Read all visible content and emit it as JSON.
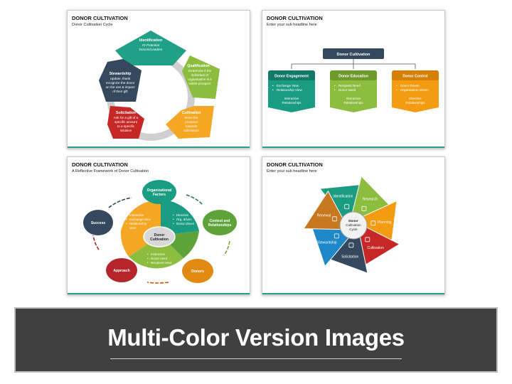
{
  "slides": [
    {
      "title": "DONOR CULTIVATION",
      "subtitle": "Donor Cultivation Cycle",
      "segments": [
        {
          "name": "Identification",
          "text": [
            "ID Potential",
            "Donors/Leaders"
          ],
          "color": "#20a087"
        },
        {
          "name": "Qualification",
          "text": [
            "Determine if the",
            "individual or",
            "organisation is a",
            "viable prospect"
          ],
          "color": "#8cbd3f"
        },
        {
          "name": "Cultivation",
          "text": [
            "Move the",
            "prospect",
            "towards",
            "solicitation"
          ],
          "color": "#f5a623"
        },
        {
          "name": "Solicitation",
          "text": [
            "Ask for a gift of a",
            "specific amount",
            "to a specific",
            "initiative"
          ],
          "color": "#c62828"
        },
        {
          "name": "Stewardship",
          "text": [
            "Update, thank",
            "recognize the donor",
            "on the use & impact",
            "of their gift"
          ],
          "color": "#34495e"
        }
      ]
    },
    {
      "title": "DONOR CULTIVATION",
      "subtitle": "Enter your sub headline here",
      "root": "Donor Cultivation",
      "columns": [
        {
          "name": "Donor Engagement",
          "bullets": [
            "Exchange View",
            "Relationship View"
          ],
          "footer": [
            "Interactive",
            "Relationships"
          ],
          "color": "#1a9c82",
          "header": "#137a66"
        },
        {
          "name": "Donor Education",
          "bullets": [
            "Recipient Need",
            "Donor Need"
          ],
          "footer": [
            "Interactive",
            "Relationships"
          ],
          "color": "#8cbd3f",
          "header": "#6e9a2c"
        },
        {
          "name": "Donor Control",
          "bullets": [
            "Donor Driven",
            "Organization Driven"
          ],
          "footer": [
            "Directive",
            "Relationships"
          ],
          "color": "#f39c12",
          "header": "#d67f05"
        }
      ]
    },
    {
      "title": "DONOR CULTIVATION",
      "subtitle": "A Reflective Framework of Donor Cultivation",
      "center": [
        "Donor",
        "Cultivation"
      ],
      "nodes": [
        {
          "name": [
            "Organizational",
            "Factors"
          ],
          "color": "#1a9c82"
        },
        {
          "name": [
            "Context and",
            "Relationships"
          ],
          "color": "#5ea33a"
        },
        {
          "name": [
            "Donors"
          ],
          "color": "#e08a12"
        },
        {
          "name": [
            "Approach"
          ],
          "color": "#b5252a"
        },
        {
          "name": [
            "Success"
          ],
          "color": "#34495e"
        }
      ],
      "bullets_left": [
        "Interactive",
        "Exchange view",
        "Relationship",
        "view"
      ],
      "bullets_right": [
        "Directive",
        "Org. driven",
        "Donor driven"
      ],
      "bullets_bottom": [
        "Instructive",
        "Donor need",
        "Recipient need"
      ]
    },
    {
      "title": "DONOR CULTIVATION",
      "subtitle": "Enter your sub headline here",
      "center": [
        "Donor",
        "Cultivation",
        "Cycle"
      ],
      "blades": [
        {
          "name": "Identification",
          "color": "#1a9c82"
        },
        {
          "name": "Research",
          "color": "#8cbd3f"
        },
        {
          "name": "Planning",
          "color": "#f39c12"
        },
        {
          "name": "Cultivation",
          "color": "#c62828"
        },
        {
          "name": "Solicitation",
          "color": "#34495e"
        },
        {
          "name": "Stewardship",
          "color": "#1e88c8"
        },
        {
          "name": "Renewal",
          "color": "#c8781e"
        }
      ]
    }
  ],
  "banner": {
    "title": "Multi-Color Version Images"
  }
}
